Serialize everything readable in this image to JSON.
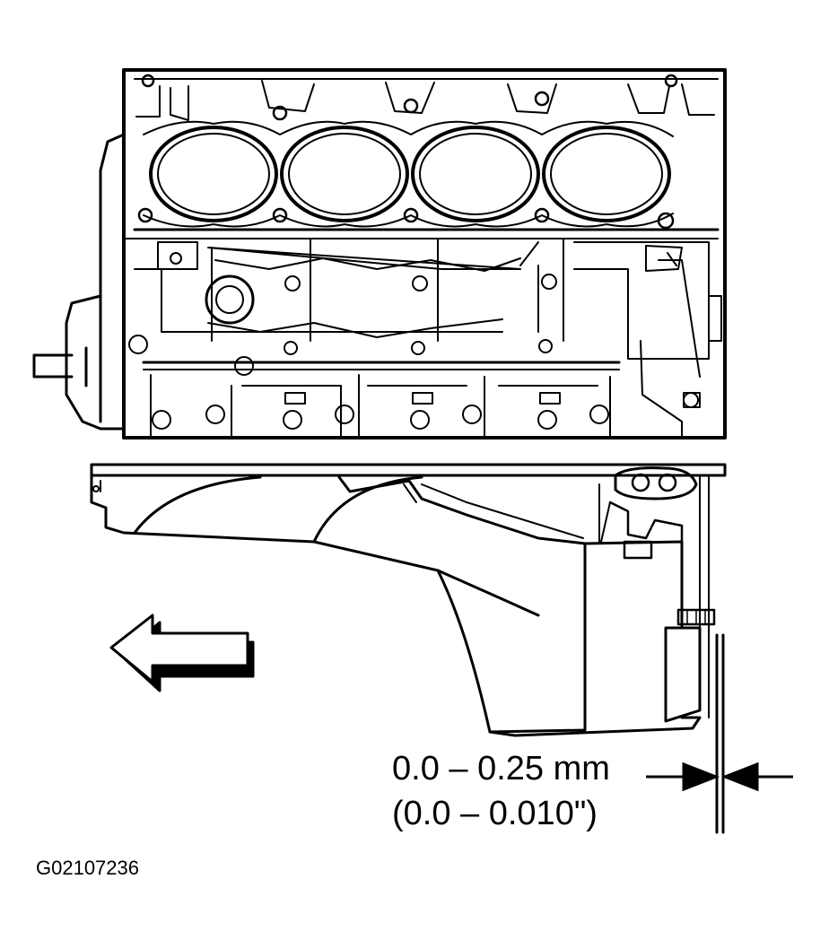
{
  "diagram": {
    "clearance_metric": "0.0 – 0.25 mm",
    "clearance_imperial": "(0.0 – 0.010\")",
    "figure_id": "G02107236"
  },
  "colors": {
    "ink": "#000000",
    "paper": "#ffffff"
  },
  "icons": {
    "direction": "front-arrow-icon",
    "measure": "clearance-arrows-icon"
  }
}
